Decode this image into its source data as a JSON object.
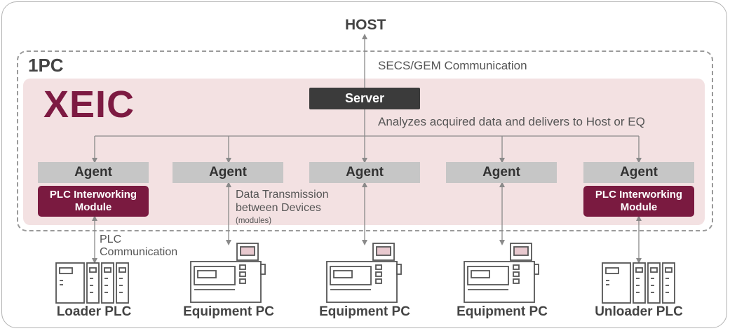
{
  "host_label": "HOST",
  "pc_label": "1PC",
  "secs_label": "SECS/GEM Communication",
  "xeic_label": "XEIC",
  "server_label": "Server",
  "analyzes_label": "Analyzes acquired data and delivers to Host or EQ",
  "agents": [
    "Agent",
    "Agent",
    "Agent",
    "Agent",
    "Agent"
  ],
  "plc_module_line1": "PLC Interworking",
  "plc_module_line2": "Module",
  "data_transmission_line1": "Data Transmission",
  "data_transmission_line2": "between Devices",
  "data_transmission_sub": "(modules)",
  "plc_comm_line1": "PLC",
  "plc_comm_line2": "Communication",
  "devices": [
    "Loader PLC",
    "Equipment PC",
    "Equipment PC",
    "Equipment PC",
    "Unloader PLC"
  ],
  "colors": {
    "accent": "#7d1a42",
    "server": "#3b3b3b",
    "agent": "#c6c6c6",
    "xeic_bg": "#f3e1e2"
  }
}
